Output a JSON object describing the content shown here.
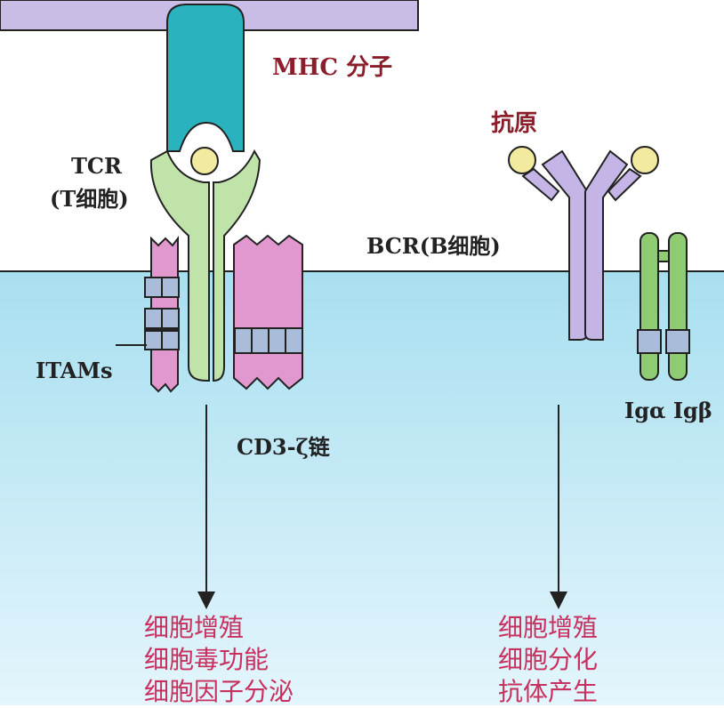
{
  "labels": {
    "mhc": "MHC 分子",
    "tcr_line1": "TCR",
    "tcr_line2": "(T细胞)",
    "antigen": "抗原",
    "bcr": "BCR(B细胞)",
    "itams": "ITAMs",
    "cd3_zeta": "CD3-ζ链",
    "ig_alpha_beta": "Igα Igβ"
  },
  "outcomes": {
    "t_cell": [
      "细胞增殖",
      "细胞毒功能",
      "细胞因子分泌"
    ],
    "b_cell": [
      "细胞增殖",
      "细胞分化",
      "抗体产生"
    ]
  },
  "colors": {
    "apc_membrane": "#c9bde6",
    "mhc": "#2ab3bf",
    "tcr": "#bfe3a9",
    "cd3": "#e098cf",
    "itam_box": "#a9bcd9",
    "antibody": "#c4b5e6",
    "antigen": "#f1ea9f",
    "ig_alpha_beta": "#8fcb73",
    "cytoplasm_top": "#a8dff0",
    "cytoplasm_bottom": "#e4f5fc",
    "label_dark": "#222222",
    "label_red": "#8b1e2a",
    "label_pink": "#c8305e"
  }
}
